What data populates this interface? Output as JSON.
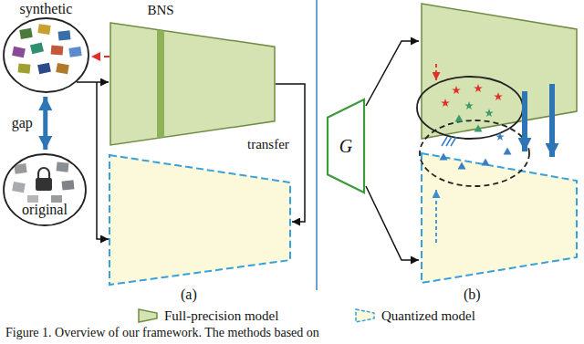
{
  "diagram": {
    "caption": "Figure 1. Overview of our framework. The methods based on",
    "nodes": [
      {
        "text": [
          "synthetic"
        ]
      },
      {
        "text": [
          "original"
        ]
      },
      {
        "text": [
          "BNS"
        ]
      },
      {
        "text": [
          "G"
        ]
      }
    ],
    "edges": [
      {
        "from": 0,
        "to": 1,
        "arrow": "both",
        "label": "gap"
      },
      {
        "from": 2,
        "to": 0,
        "arrow": "to"
      },
      {
        "from": 0,
        "to": 2,
        "arrow": "to"
      }
    ],
    "labels": [
      "transfer",
      "(a)",
      "(b)"
    ],
    "legend": [
      {
        "text": "Full-precision model"
      },
      {
        "text": "Quantized model"
      }
    ]
  }
}
